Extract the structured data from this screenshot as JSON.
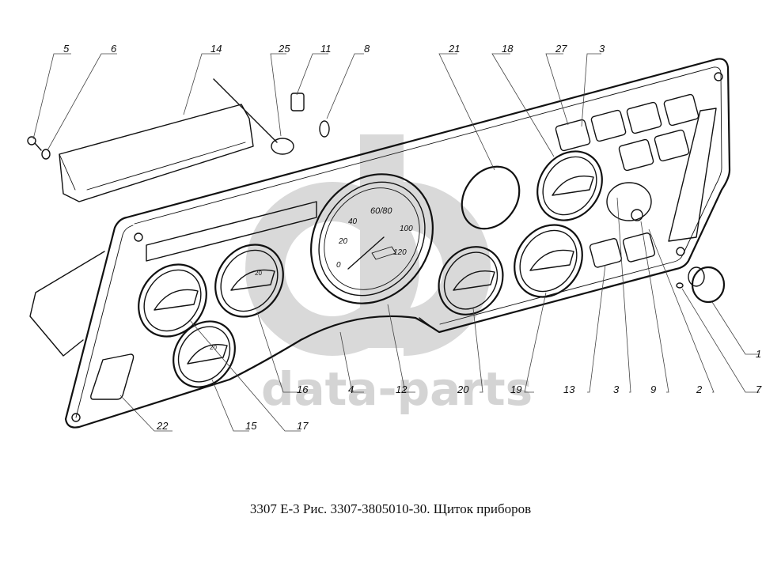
{
  "caption": "3307 Е-3 Рис. 3307-3805010-30. Щиток приборов",
  "watermark": {
    "text": "data-parts",
    "logo": "db-logo"
  },
  "colors": {
    "ink": "#111111",
    "watermark": "#d9d9d9",
    "background": "#ffffff"
  },
  "callouts": {
    "top": [
      "5",
      "6",
      "14",
      "25",
      "11",
      "8",
      "21",
      "18",
      "27",
      "3"
    ],
    "bottom_left": [
      "22",
      "15",
      "17",
      "16",
      "4",
      "12"
    ],
    "bottom_right": [
      "20",
      "19",
      "13",
      "3",
      "9",
      "2",
      "7"
    ],
    "right": [
      "1"
    ]
  },
  "gauges": {
    "speedometer": {
      "ticks": [
        "0",
        "20",
        "40",
        "60/80",
        "100",
        "120"
      ]
    },
    "small_gauge_tick": "20"
  }
}
